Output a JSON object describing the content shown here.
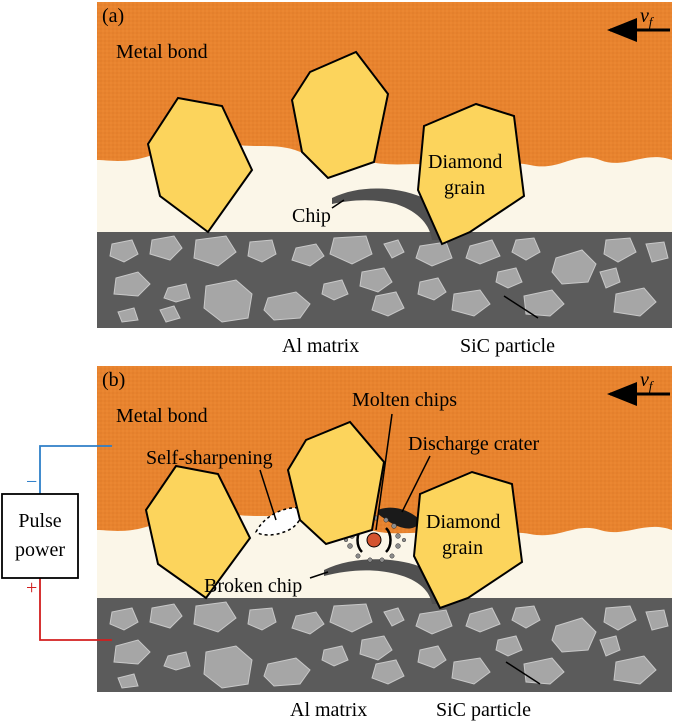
{
  "panel_a": {
    "tag": "(a)",
    "velocity_symbol": "v",
    "velocity_subscript": "f",
    "metal_bond": "Metal bond",
    "diamond_line1": "Diamond",
    "diamond_line2": "grain",
    "chip": "Chip",
    "al_matrix": "Al matrix",
    "sic_particle": "SiC particle"
  },
  "panel_b": {
    "tag": "(b)",
    "velocity_symbol": "v",
    "velocity_subscript": "f",
    "metal_bond": "Metal bond",
    "molten_chips": "Molten chips",
    "discharge_crater": "Discharge crater",
    "self_sharpening": "Self-sharpening",
    "diamond_line1": "Diamond",
    "diamond_line2": "grain",
    "broken_chip": "Broken chip",
    "al_matrix": "Al matrix",
    "sic_particle": "SiC particle"
  },
  "power": {
    "line1": "Pulse",
    "line2": "power",
    "minus": "−",
    "plus": "+"
  },
  "colors": {
    "metal_bond": "#E8832E",
    "gap": "#FBF6E8",
    "diamond": "#FCD45C",
    "matrix": "#5B5B5B",
    "sic": "#A6A6A6",
    "chip": "#505050",
    "wire_negative": "#2E7FC8",
    "wire_positive": "#D21E1E",
    "spark_core": "#D4542F"
  }
}
